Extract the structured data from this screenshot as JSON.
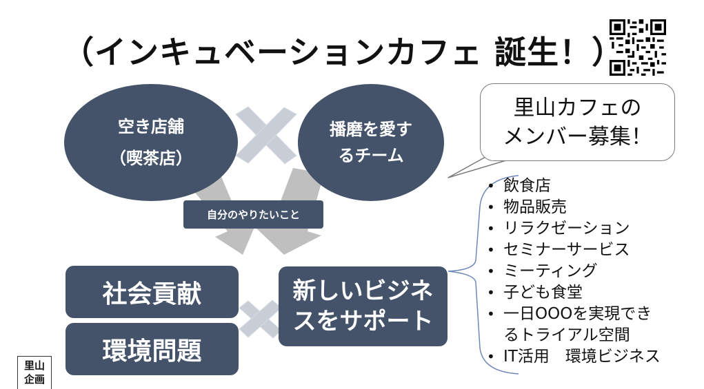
{
  "title": "（インキュベーションカフェ 誕生！）",
  "ellipse_left": {
    "line1": "空き店舗",
    "line2": "（喫茶店）"
  },
  "ellipse_right": {
    "line1": "播磨を愛す",
    "line2": "るチーム"
  },
  "arrow_label": "自分のやりたいこと",
  "box_social": "社会貢献",
  "box_env": "環境問題",
  "box_support": {
    "line1": "新しいビジネ",
    "line2": "スをサポート"
  },
  "callout": {
    "line1": "里山カフェの",
    "line2": "メンバー募集！"
  },
  "list": [
    "飲食店",
    "物品販売",
    "リラクゼーション",
    "セミナーサービス",
    "ミーティング",
    "子ども食堂",
    "一日OOOを実現でき",
    "るトライアル空間",
    "IT活用　環境ビジネス"
  ],
  "corner": {
    "line1": "里山",
    "line2": "企画"
  },
  "colors": {
    "shape_fill": "#44536a",
    "arrow_fill": "#bfbfbf",
    "cross_fill": "#c9ced6"
  },
  "icons": [
    "qr-code-icon"
  ]
}
